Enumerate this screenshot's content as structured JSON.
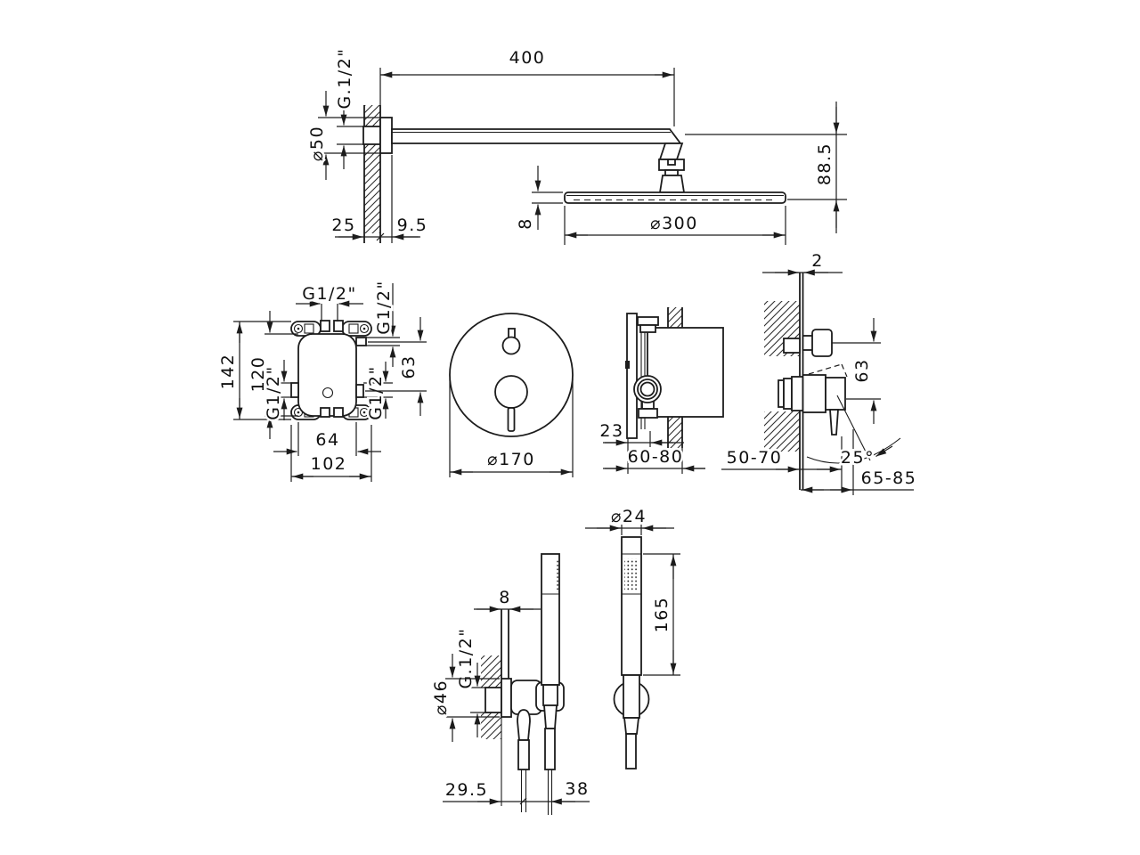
{
  "drawing": {
    "type": "shower-set installation dimension drawing",
    "background": "#ffffff",
    "line_color": "#1c1c1c"
  },
  "views": {
    "shower_arm": {
      "arm_length": "400",
      "wall_thread": "G.1/2\"",
      "rosette_dia": "⌀50",
      "wall_depth": "25",
      "rosette_depth": "9.5",
      "drop_height": "88.5",
      "head_thickness": "8",
      "head_dia": "⌀300"
    },
    "rough_in_front": {
      "top_thread": "G1/2\"",
      "upper_right_thread": "G1/2\"",
      "outer_height": "142",
      "body_height": "120",
      "left_thread": "G1/2\"",
      "right_thread": "G1/2\"",
      "port_offset": "63",
      "body_width": "64",
      "outer_width": "102"
    },
    "mixer_trim_front": {
      "plate_dia": "⌀170"
    },
    "rough_in_side": {
      "min_depth": "23",
      "install_depth": "60-80"
    },
    "mixer_trim_side": {
      "plate_thickness": "2",
      "knob_offset": "63",
      "install_depth": "50-70",
      "handle_angle": "25°",
      "projection": "65-85"
    },
    "handset_side": {
      "bracket_depth": "8",
      "wall_thread": "G.1/2\"",
      "rosette_dia": "⌀46",
      "outlet_offset": "29.5",
      "hose_spacing": "38"
    },
    "handset_front": {
      "handle_dia": "⌀24",
      "handle_length": "165"
    }
  }
}
